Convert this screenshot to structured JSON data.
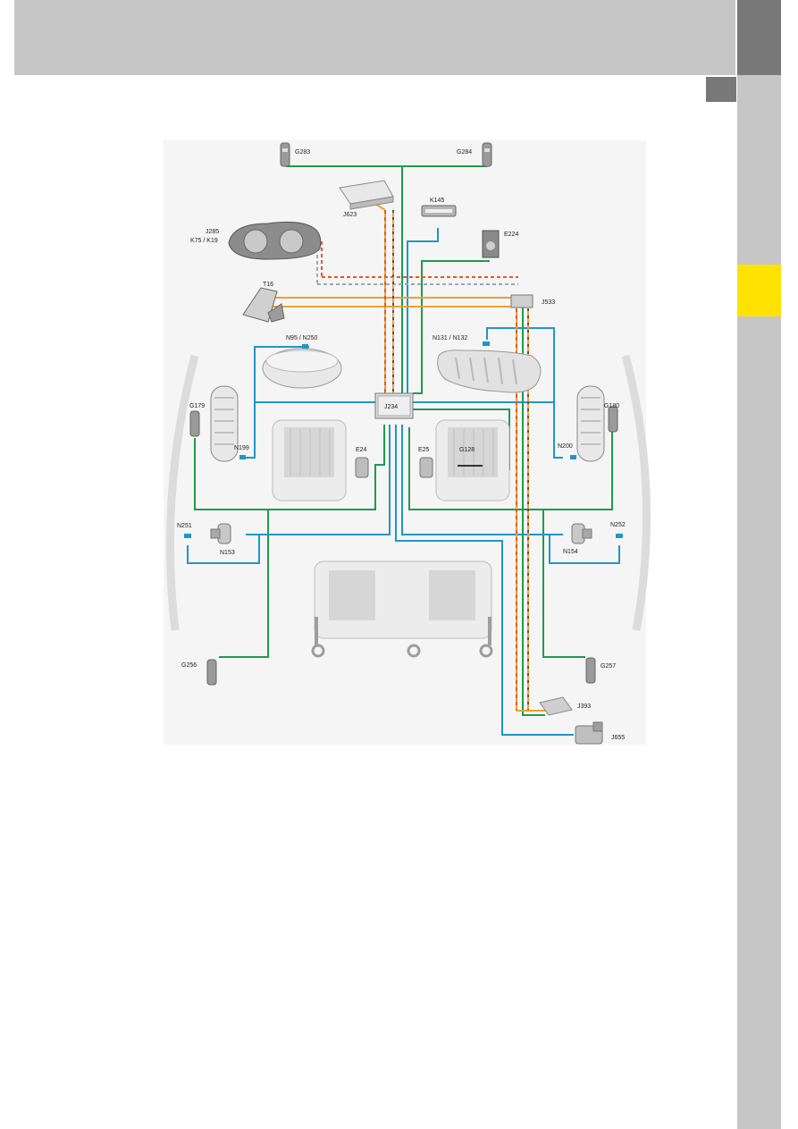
{
  "labels": {
    "g283": "G283",
    "g284": "G284",
    "j623": "J623",
    "k145": "K145",
    "e224": "E224",
    "j285": "J285",
    "k75k19": "K75 / K19",
    "t16": "T16",
    "j533": "J533",
    "n95n250": "N95 / N250",
    "n131n132": "N131 / N132",
    "j234": "J234",
    "g179": "G179",
    "g180": "G180",
    "n199": "N199",
    "n200": "N200",
    "e24": "E24",
    "e25": "E25",
    "g128": "G128",
    "n251": "N251",
    "n252": "N252",
    "n153": "N153",
    "n154": "N154",
    "g256": "G256",
    "g257": "G257",
    "j393": "J393",
    "j655": "J655"
  },
  "colors": {
    "green": "#1f9a4c",
    "blue": "#2196c8",
    "orange": "#f0a030",
    "red_dash": "#e05a2a",
    "grey_dash": "#9aa8b0"
  }
}
